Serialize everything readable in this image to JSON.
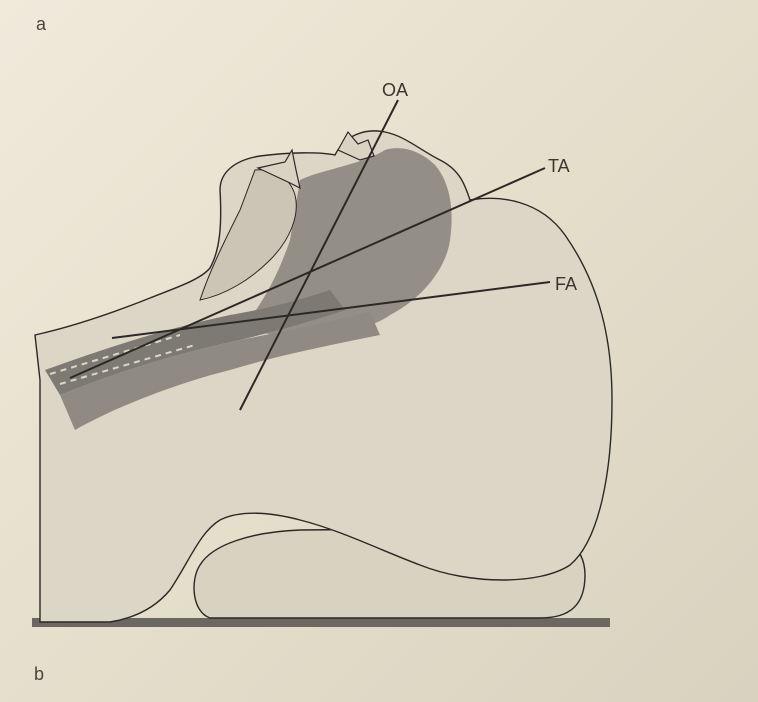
{
  "panel_labels": {
    "top": "a",
    "bottom": "b"
  },
  "axis_labels": {
    "oral": "OA",
    "tracheal": "TA",
    "facial": "FA"
  },
  "colors": {
    "background": "#e6e0cf",
    "head_fill": "#dcd6c6",
    "airway_fill": "#8f8b83",
    "pillow_fill": "#d8d2c1",
    "table": "#6b6861",
    "line": "#2b2925"
  }
}
